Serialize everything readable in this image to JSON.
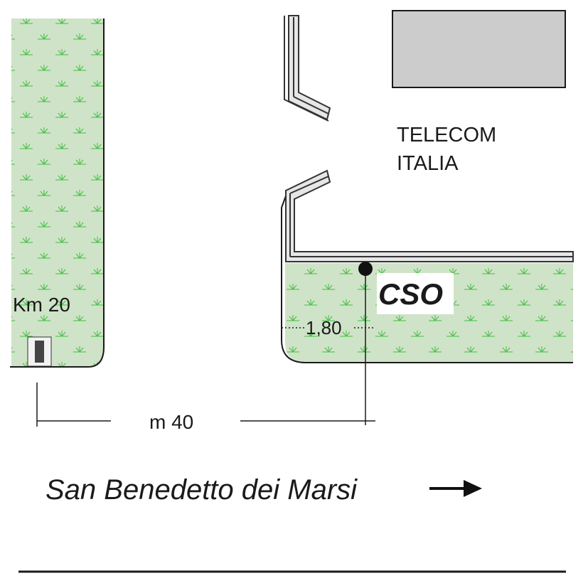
{
  "labels": {
    "building": [
      "TELECOM",
      "ITALIA"
    ],
    "km_marker": "Km 20",
    "point_code": "CSO",
    "offset": "1,80",
    "distance": "m 40",
    "direction": "San Benedetto dei Marsi"
  },
  "colors": {
    "grass": "#cfe3c8",
    "grass_mark": "#3fbf3f",
    "building": "#cccccc",
    "ink": "#1a1a1a"
  },
  "icons": {
    "point": "filled-circle",
    "arrow": "right-arrow",
    "marker": "km-stone"
  }
}
